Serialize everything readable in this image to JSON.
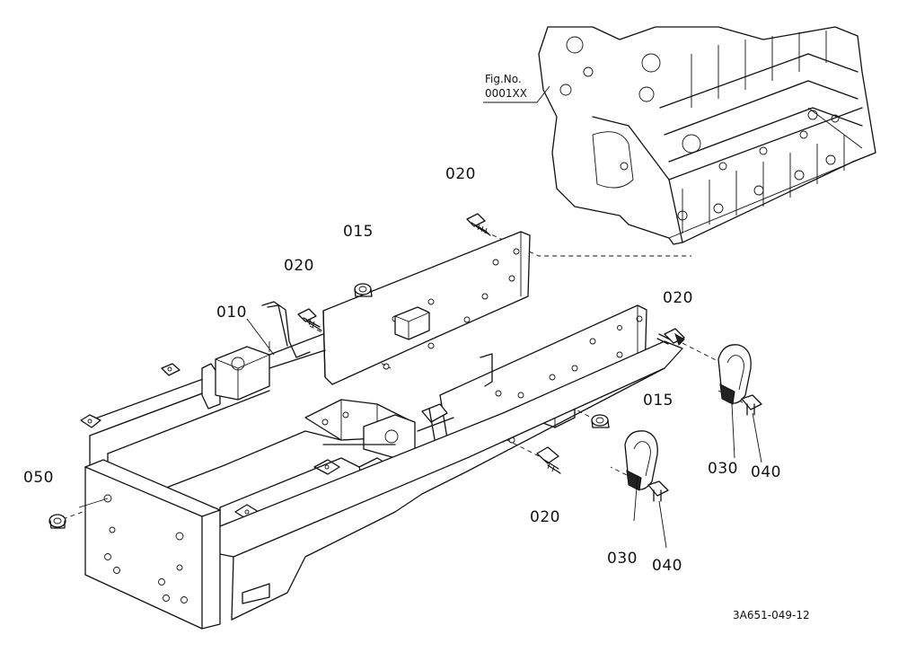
{
  "figure_reference": {
    "line1": "Fig.No.",
    "line2": "0001XX"
  },
  "callouts": [
    {
      "id": "c-020-top",
      "label": "020"
    },
    {
      "id": "c-015-top",
      "label": "015"
    },
    {
      "id": "c-020-left",
      "label": "020"
    },
    {
      "id": "c-010",
      "label": "010"
    },
    {
      "id": "c-020-right",
      "label": "020"
    },
    {
      "id": "c-015-mid",
      "label": "015"
    },
    {
      "id": "c-050",
      "label": "050"
    },
    {
      "id": "c-020-bottom",
      "label": "020"
    },
    {
      "id": "c-030-right",
      "label": "030"
    },
    {
      "id": "c-040-right",
      "label": "040"
    },
    {
      "id": "c-030-bottom",
      "label": "030"
    },
    {
      "id": "c-040-bottom",
      "label": "040"
    }
  ],
  "drawing_id": "3A651-049-12"
}
